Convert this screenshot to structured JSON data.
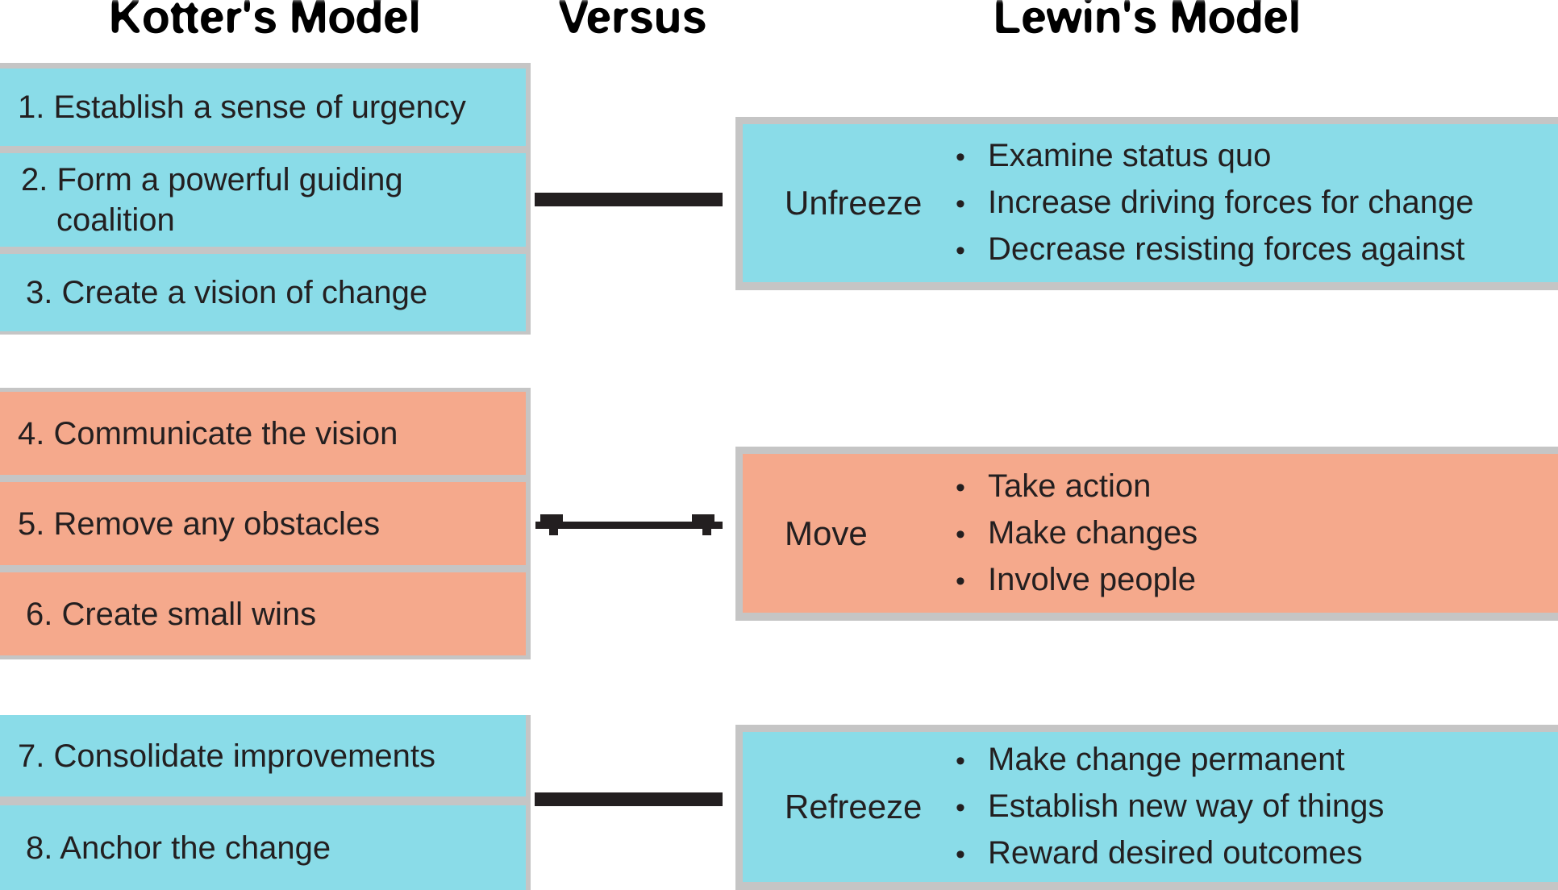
{
  "titles": {
    "left": "Kotter's Model",
    "middle": "Versus",
    "right": "Lewin's Model"
  },
  "colors": {
    "cyan": "#8ADCE8",
    "salmon": "#F5A98C",
    "border_gray": "#C5C5C5",
    "ink": "#231F20",
    "background": "#FFFFFF"
  },
  "ui": {
    "bullet_char": "•"
  },
  "kotter": {
    "groups": [
      {
        "stage_ref": "Unfreeze",
        "steps": [
          "1. Establish a sense of urgency",
          "2. Form a powerful guiding coalition",
          "3. Create a vision of change"
        ]
      },
      {
        "stage_ref": "Move",
        "steps": [
          "4. Communicate the vision",
          "5. Remove any obstacles",
          "6. Create small wins"
        ]
      },
      {
        "stage_ref": "Refreeze",
        "steps": [
          "7. Consolidate improvements",
          "8. Anchor the change"
        ]
      }
    ]
  },
  "lewin": {
    "stages": [
      {
        "label": "Unfreeze",
        "bullets": [
          "Examine status quo",
          "Increase driving forces for change",
          "Decrease resisting forces against"
        ]
      },
      {
        "label": "Move",
        "bullets": [
          "Take action",
          "Make changes",
          "Involve people"
        ]
      },
      {
        "label": "Refreeze",
        "bullets": [
          "Make change permanent",
          "Establish new way of things",
          "Reward desired outcomes"
        ]
      }
    ]
  }
}
